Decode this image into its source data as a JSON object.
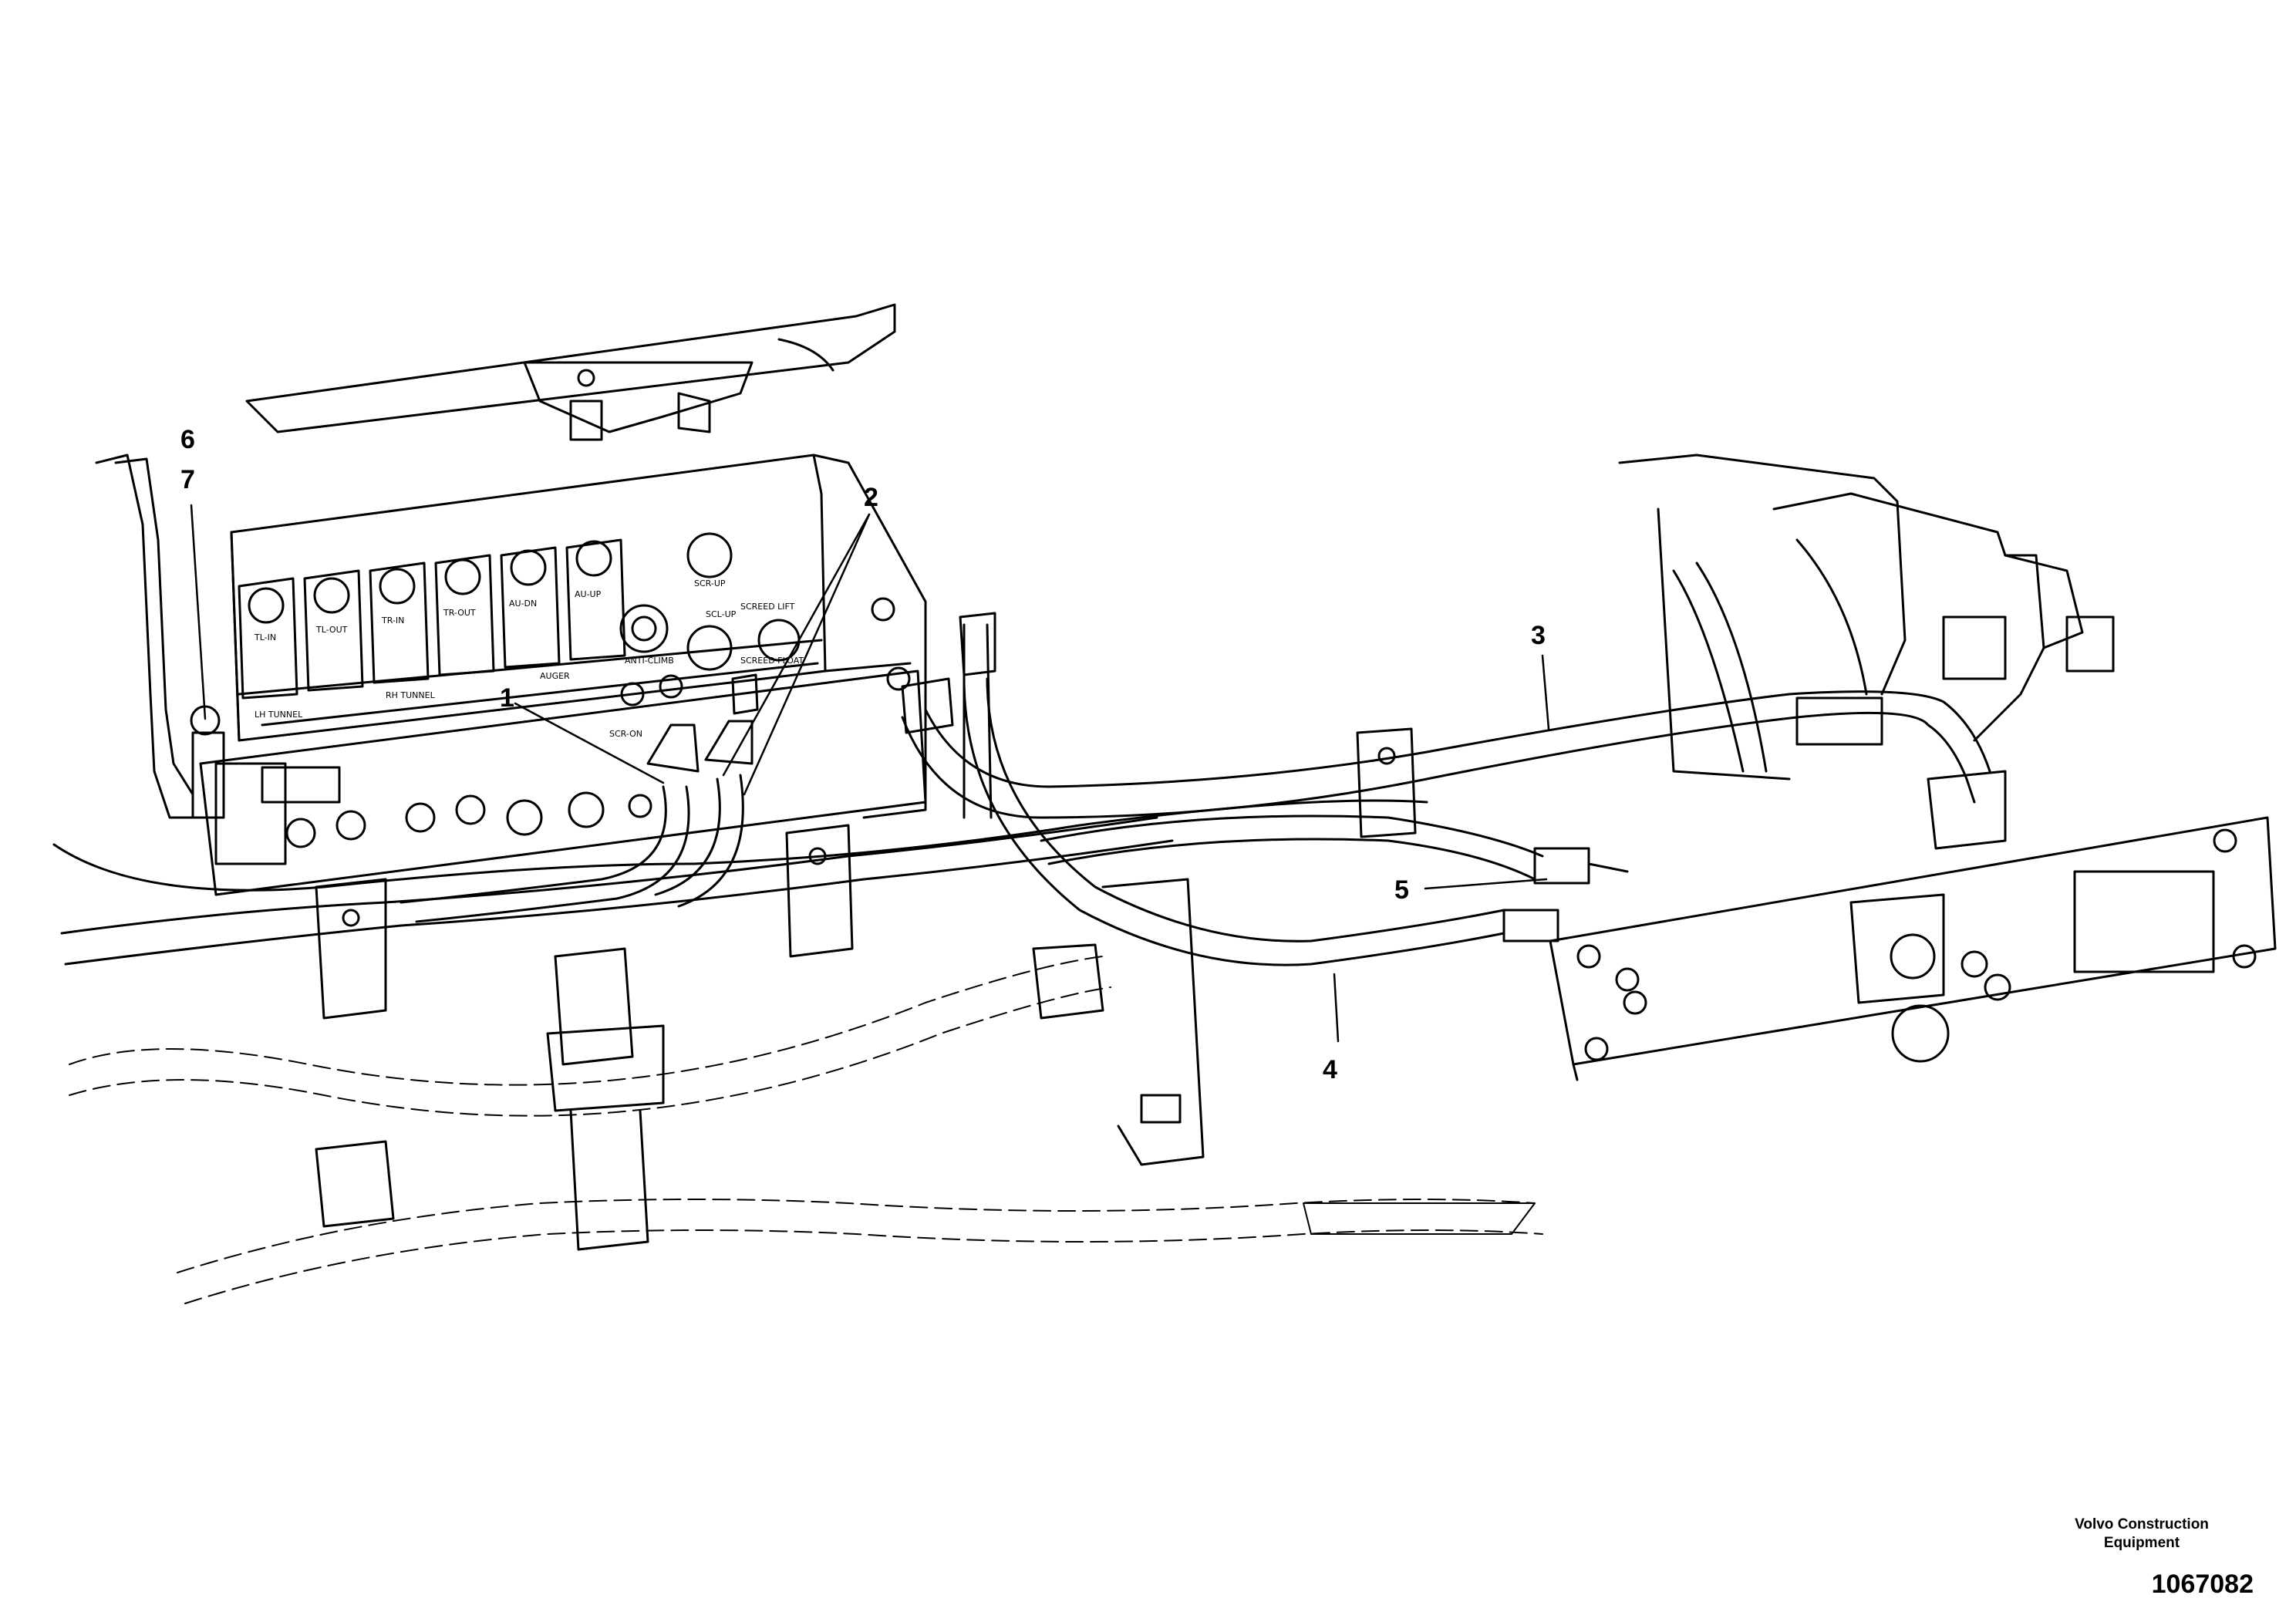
{
  "callouts": {
    "c1": "1",
    "c2": "2",
    "c3": "3",
    "c4": "4",
    "c5": "5",
    "c6": "6",
    "c7": "7"
  },
  "valve_labels": {
    "tl_in": "TL-IN",
    "tl_out": "TL-OUT",
    "tr_in": "TR-IN",
    "tr_out": "TR-OUT",
    "au_dn": "AU-DN",
    "au_up": "AU-UP",
    "scr_up": "SCR-UP",
    "scl_up": "SCL-UP",
    "anti_climb": "ANTI-CLIMB",
    "screed_lift": "SCREED LIFT",
    "screed_float": "SCREED FLOAT",
    "lh_tunnel": "LH TUNNEL",
    "rh_tunnel": "RH TUNNEL",
    "auger": "AUGER",
    "scr_on": "SCR-ON"
  },
  "footer": {
    "brand_line1": "Volvo Construction",
    "brand_line2": "Equipment",
    "drawing_id": "1067082"
  }
}
